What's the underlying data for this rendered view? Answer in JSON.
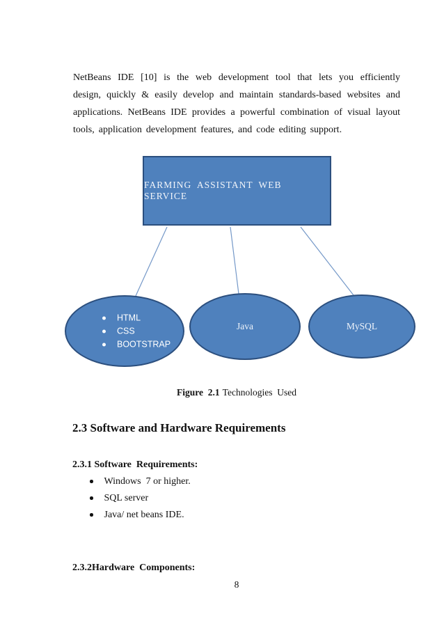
{
  "document": {
    "paragraph": "NetBeans IDE [10] is the web development tool that lets you efficiently design, quickly & easily develop and maintain standards-based websites and applications. NetBeans IDE provides a powerful combination of visual layout tools, application development features, and code editing  support.",
    "caption_bold": "Figure  2.1",
    "caption_text": "Technologies  Used",
    "heading_section": "2.3 Software and Hardware Requirements",
    "heading_software": "2.3.1 Software  Requirements:",
    "software_items": [
      "Windows  7 or higher.",
      "SQL server",
      "Java/ net beans IDE."
    ],
    "heading_hardware": "2.3.2Hardware  Components:",
    "page_number": "8"
  },
  "diagram": {
    "root_label": "FARMING ASSISTANT WEB SERVICE",
    "web_stack_items": [
      "HTML",
      "CSS",
      "BOOTSTRAP"
    ],
    "java_label": "Java",
    "mysql_label": "MySQL",
    "colors": {
      "shape_fill": "#4f81bd",
      "shape_border": "#2c4f7e",
      "connector_line": "#7498c8",
      "shape_text": "#ffffff"
    }
  }
}
